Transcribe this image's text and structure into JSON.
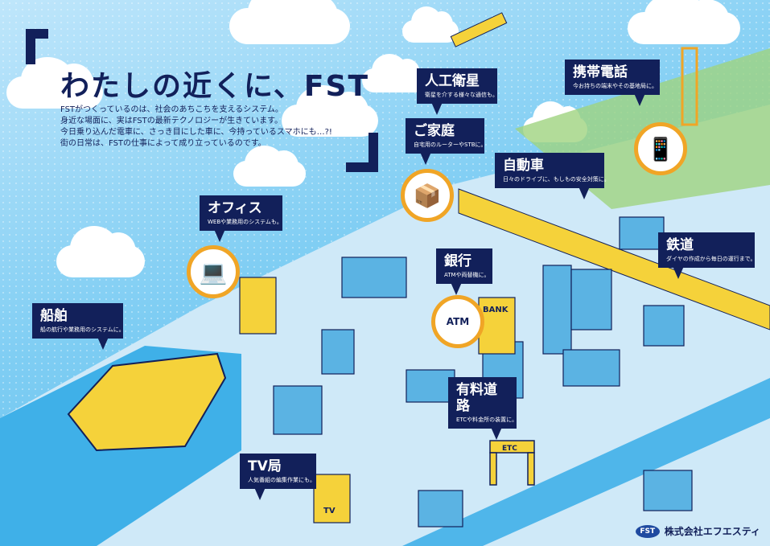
{
  "header": {
    "title": "わたしの近くに、FST",
    "intro": [
      "FSTがつくっているのは、社会のあちこちを支えるシステム。",
      "身近な場面に、実はFSTの最新テクノロジーが生きています。",
      "今日乗り込んだ電車に、さっき目にした車に、今持っているスマホにも…?!",
      "街の日常は、FSTの仕事によって成り立っているのです。"
    ]
  },
  "callouts": [
    {
      "title": "人工衛星",
      "desc": "衛星を介する様々な通信も。"
    },
    {
      "title": "携帯電話",
      "desc": "今お持ちの端末やその基地局に。"
    },
    {
      "title": "ご家庭",
      "desc": "自宅用のルーターやSTBに。"
    },
    {
      "title": "自動車",
      "desc": "日々のドライブに、もしもの安全対策に。"
    },
    {
      "title": "オフィス",
      "desc": "WEBや業務用のシステムも。"
    },
    {
      "title": "鉄道",
      "desc": "ダイヤの作成から毎日の運行まで。"
    },
    {
      "title": "銀行",
      "desc": "ATMや両替機に。"
    },
    {
      "title": "船舶",
      "desc": "船の航行や業務用のシステムに。"
    },
    {
      "title": "有料道路",
      "desc": "ETCや料金所の装置に。"
    },
    {
      "title": "TV局",
      "desc": "人気番組の編集作業にも。"
    }
  ],
  "signs": {
    "bank": "BANK",
    "atm": "ATM",
    "etc": "ETC",
    "tv": "TV"
  },
  "logo": {
    "mark": "FST",
    "name": "株式会社エフエスティ"
  },
  "colors": {
    "navy": "#12205a",
    "yellow": "#f5d23a",
    "orange": "#f0a526",
    "ground": "#cfe9f8"
  }
}
